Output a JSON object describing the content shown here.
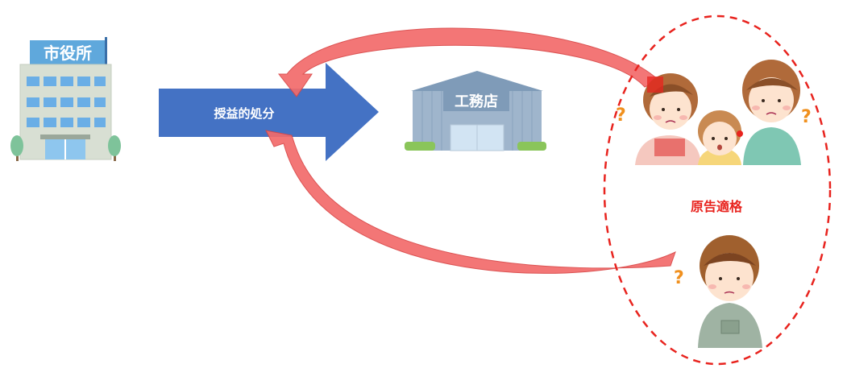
{
  "city_hall": {
    "label": "市役所"
  },
  "disposition_arrow": {
    "label": "授益的処分"
  },
  "contractor": {
    "label": "工務店"
  },
  "plaintiff_group": {
    "label": "原告適格"
  },
  "colors": {
    "arrow_blue": "#4472c4",
    "curve_red": "#f26b6b",
    "ellipse_red": "#e8231e",
    "building_blue": "#5fa8dc"
  }
}
